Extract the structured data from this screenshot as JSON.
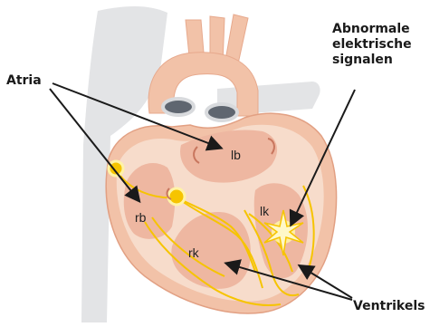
{
  "labels": {
    "atria": "Atria",
    "abnormal_line1": "Abnormale",
    "abnormal_line2": "elektrische",
    "abnormal_line3": "signalen",
    "ventricles": "Ventrikels"
  },
  "chambers": {
    "left_atrium": "lb",
    "right_atrium": "rb",
    "left_ventricle": "lk",
    "right_ventricle": "rk"
  },
  "colors": {
    "vessel_gray": "#e3e4e6",
    "heart_outer": "#f2c2a8",
    "heart_wall": "#f7dccb",
    "chamber_fill": "#eeb7a1",
    "conduction": "#f6c400",
    "spark": "#fff3a6",
    "arrow": "#1a1a1a"
  }
}
